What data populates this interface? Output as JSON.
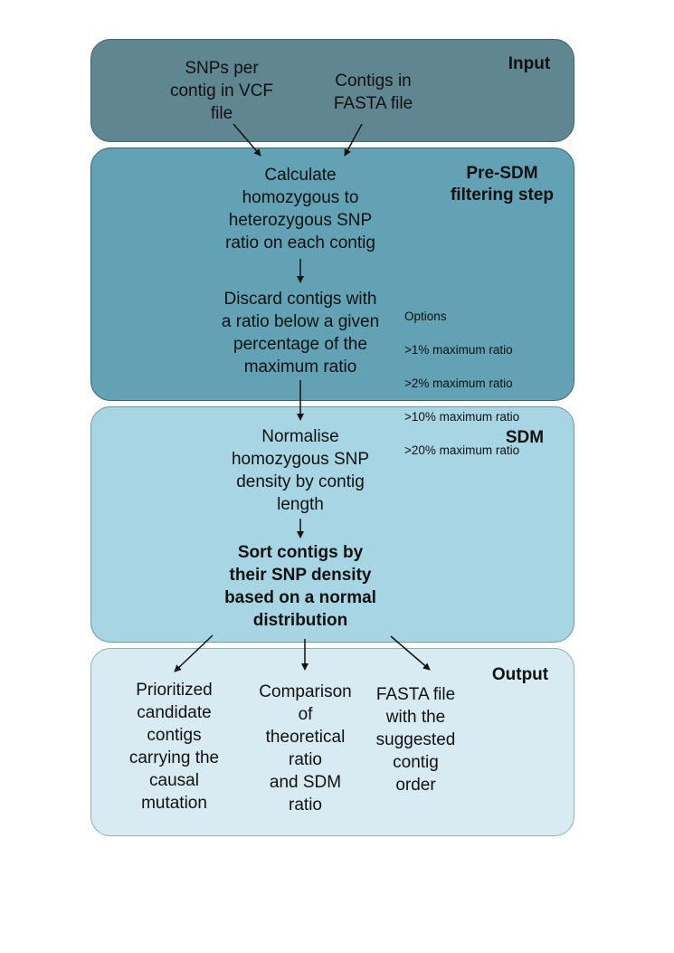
{
  "panels": {
    "input": {
      "title": "Input"
    },
    "pre_sdm": {
      "title": "Pre-SDM\nfiltering step"
    },
    "sdm": {
      "title": "SDM"
    },
    "output": {
      "title": "Output"
    }
  },
  "nodes": {
    "snps_per_contig": "SNPs per\ncontig in VCF\nfile",
    "contigs_fasta": "Contigs in\nFASTA file",
    "calculate_ratio": "Calculate\nhomozygous to\nheterozygous SNP\nratio on each contig",
    "discard_contigs": "Discard contigs with\na ratio below a given\npercentage of the\nmaximum ratio",
    "normalise_density": "Normalise\nhomozygous SNP\ndensity by contig\nlength",
    "sort_contigs": "Sort contigs by\ntheir SNP density\nbased on a normal\ndistribution",
    "prioritized_candidates": "Prioritized\ncandidate\ncontigs\ncarrying the\ncausal\nmutation",
    "comparison_ratio": "Comparison\nof\ntheoretical\nratio\nand SDM\nratio",
    "fasta_output": "FASTA file\nwith the\nsuggested\ncontig\norder"
  },
  "options": {
    "heading": "Options",
    "items": [
      ">1% maximum ratio",
      ">2% maximum ratio",
      ">10% maximum ratio",
      ">20% maximum ratio"
    ]
  },
  "colors": {
    "input_panel": "#5f8691",
    "pre_sdm_panel": "#62a2b4",
    "sdm_panel": "#a7d5e3",
    "output_panel": "#d8ebf2",
    "arrow": "#111111"
  }
}
